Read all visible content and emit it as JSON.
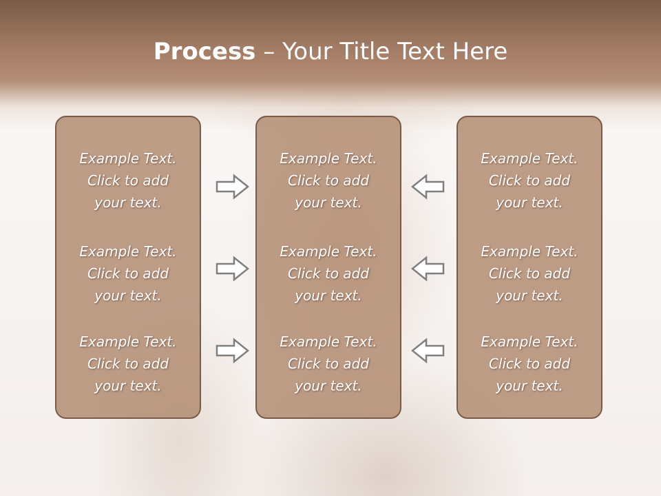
{
  "title": {
    "bold": "Process",
    "rest": " – Your Title Text Here"
  },
  "columns": [
    {
      "items": [
        {
          "lines": [
            "Example Text.",
            "Click  to add",
            "your text."
          ]
        },
        {
          "lines": [
            "Example Text.",
            "Click  to add",
            "your text."
          ]
        },
        {
          "lines": [
            "Example Text.",
            "Click  to add",
            "your text."
          ]
        }
      ]
    },
    {
      "items": [
        {
          "lines": [
            "Example Text.",
            "Click  to add",
            "your text."
          ]
        },
        {
          "lines": [
            "Example Text.",
            "Click  to add",
            "your text."
          ]
        },
        {
          "lines": [
            "Example Text.",
            "Click  to add",
            "your text."
          ]
        }
      ]
    },
    {
      "items": [
        {
          "lines": [
            "Example Text.",
            "Click  to add",
            "your text."
          ]
        },
        {
          "lines": [
            "Example Text.",
            "Click  to add",
            "your text."
          ]
        },
        {
          "lines": [
            "Example Text.",
            "Click  to add",
            "your text."
          ]
        }
      ]
    }
  ],
  "arrows": {
    "left_group": "right-arrow-icon",
    "right_group": "left-arrow-icon"
  }
}
